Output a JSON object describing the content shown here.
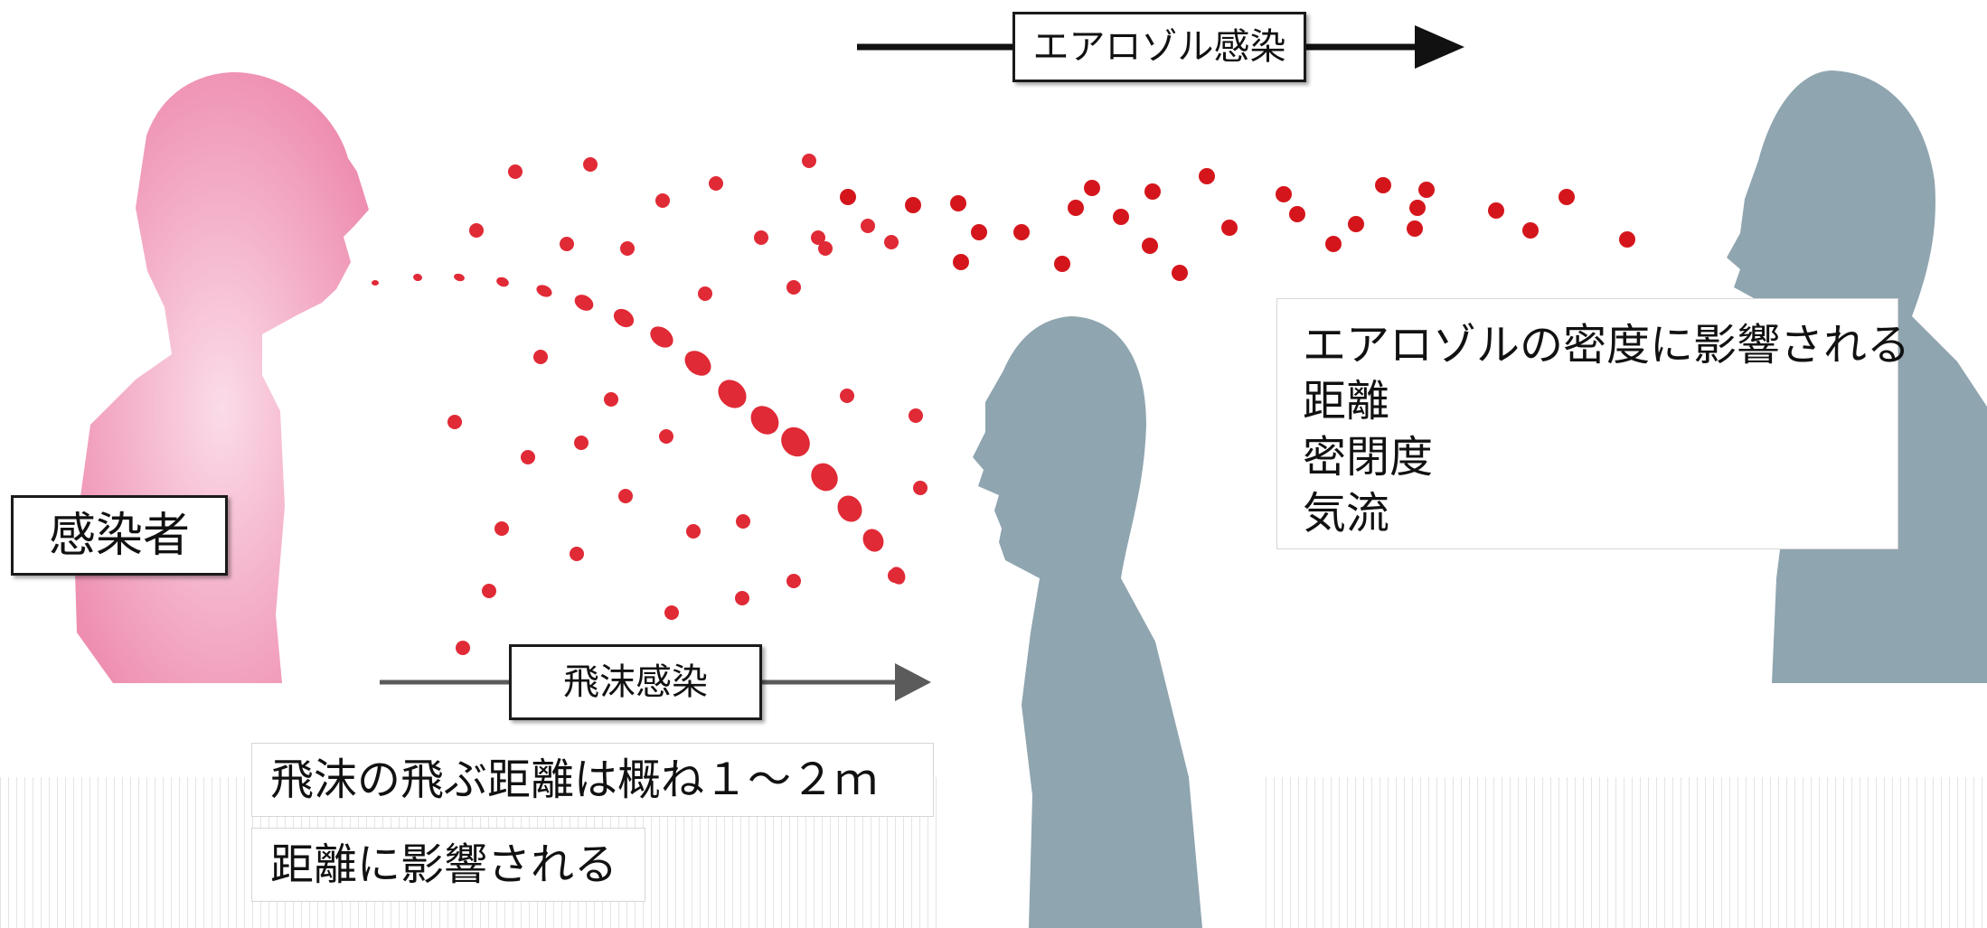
{
  "labels": {
    "aerosol_infection": "エアロゾル感染",
    "infected_person": "感染者",
    "droplet_infection": "飛沫感染",
    "droplet_distance_line1": "飛沫の飛ぶ距離は概ね１～２ｍ",
    "droplet_distance_line2": "距離に影響される",
    "aerosol_factors_title": "エアロゾルの密度に影響される",
    "aerosol_factors": [
      "距離",
      "密閉度",
      "気流"
    ]
  },
  "colors": {
    "infected_silhouette": "#ef8fb0",
    "infected_silhouette_light": "#fbd9e6",
    "other_silhouette": "#8fa5b0",
    "droplet": "#e02a36",
    "aerosol": "#d4161c",
    "arrow_dark": "#111111",
    "arrow_gray": "#5b5b5b"
  },
  "icons": {
    "infected": "person-silhouette-pink",
    "near_person": "person-silhouette-gray",
    "far_person": "person-silhouette-gray"
  }
}
